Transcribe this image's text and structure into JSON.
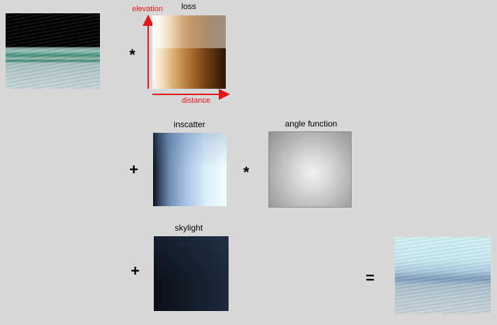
{
  "labels": {
    "loss": "loss",
    "inscatter": "inscatter",
    "angle_function": "angle function",
    "skylight": "skylight"
  },
  "axes": {
    "elevation": "elevation",
    "distance": "distance",
    "color": "#e51616"
  },
  "operators": {
    "multiply_loss": "*",
    "plus_inscatter": "+",
    "multiply_angle": "*",
    "plus_skylight": "+",
    "equals": "="
  }
}
